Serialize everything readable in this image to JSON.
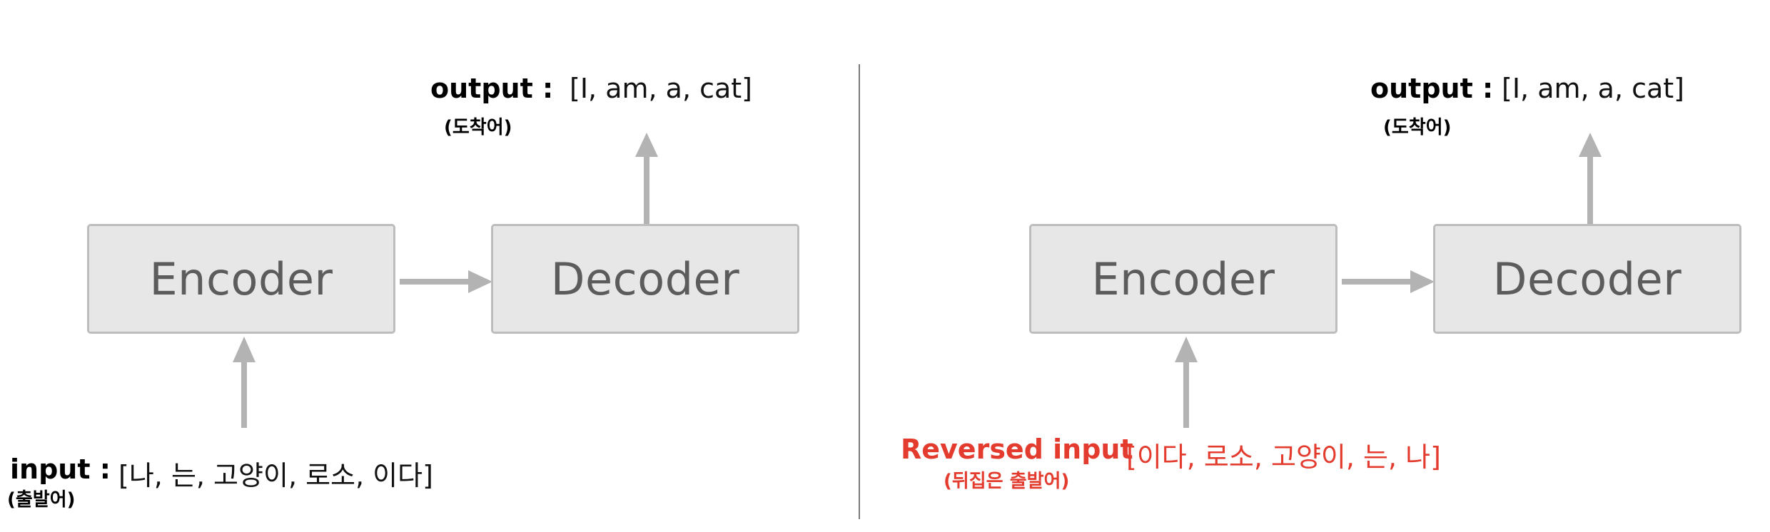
{
  "left": {
    "encoder_label": "Encoder",
    "decoder_label": "Decoder",
    "output_label": "output :",
    "output_sub": "(도착어)",
    "output_seq": "[I, am, a, cat]",
    "input_label": "input :",
    "input_sub": "(출발어)",
    "input_seq": "[나, 는, 고양이, 로소, 이다]"
  },
  "right": {
    "encoder_label": "Encoder",
    "decoder_label": "Decoder",
    "output_label": "output :",
    "output_sub": "(도착어)",
    "output_seq": "[I, am, a, cat]",
    "input_label": "Reversed input",
    "input_sub": "(뒤집은 출발어)",
    "input_seq": "[이다, 로소, 고양이, 는, 나]"
  },
  "colors": {
    "box_fill": "#e7e7e7",
    "box_border": "#bdbdbd",
    "arrow": "#b3b3b3",
    "highlight": "#e33b2e"
  }
}
